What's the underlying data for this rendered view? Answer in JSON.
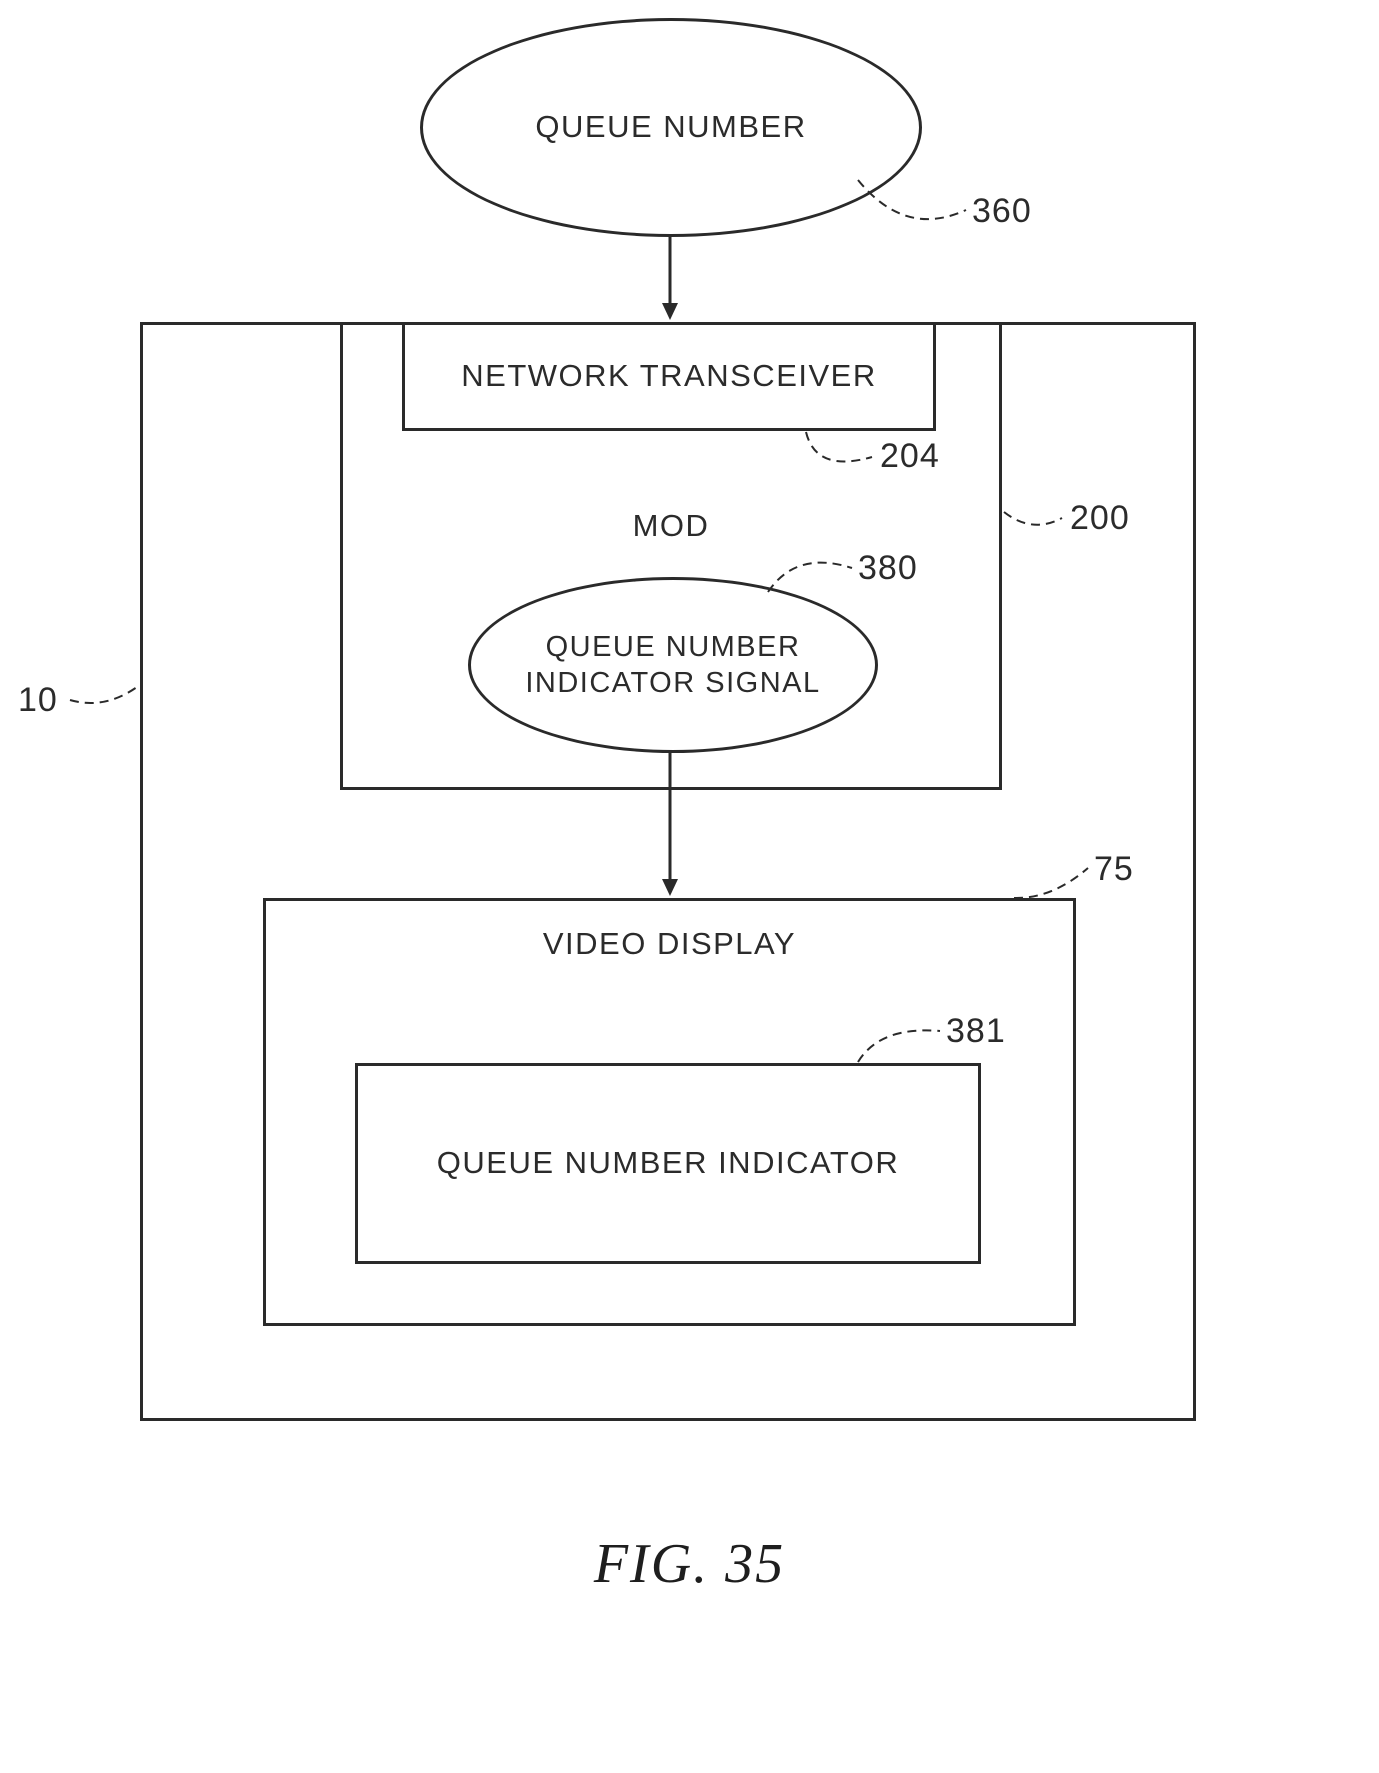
{
  "figure": {
    "caption": "FIG. 35"
  },
  "nodes": {
    "queue_number": "QUEUE NUMBER",
    "network_transceiver": "NETWORK TRANSCEIVER",
    "mod": "MOD",
    "indicator_signal": "QUEUE NUMBER INDICATOR SIGNAL",
    "video_display": "VIDEO DISPLAY",
    "queue_number_indicator": "QUEUE NUMBER INDICATOR"
  },
  "refs": {
    "outer": "10",
    "queue_number": "360",
    "network_transceiver": "204",
    "mod": "200",
    "indicator_signal": "380",
    "video_display": "75",
    "queue_number_indicator": "381"
  },
  "colors": {
    "line": "#2a2a2a",
    "background": "#ffffff"
  }
}
